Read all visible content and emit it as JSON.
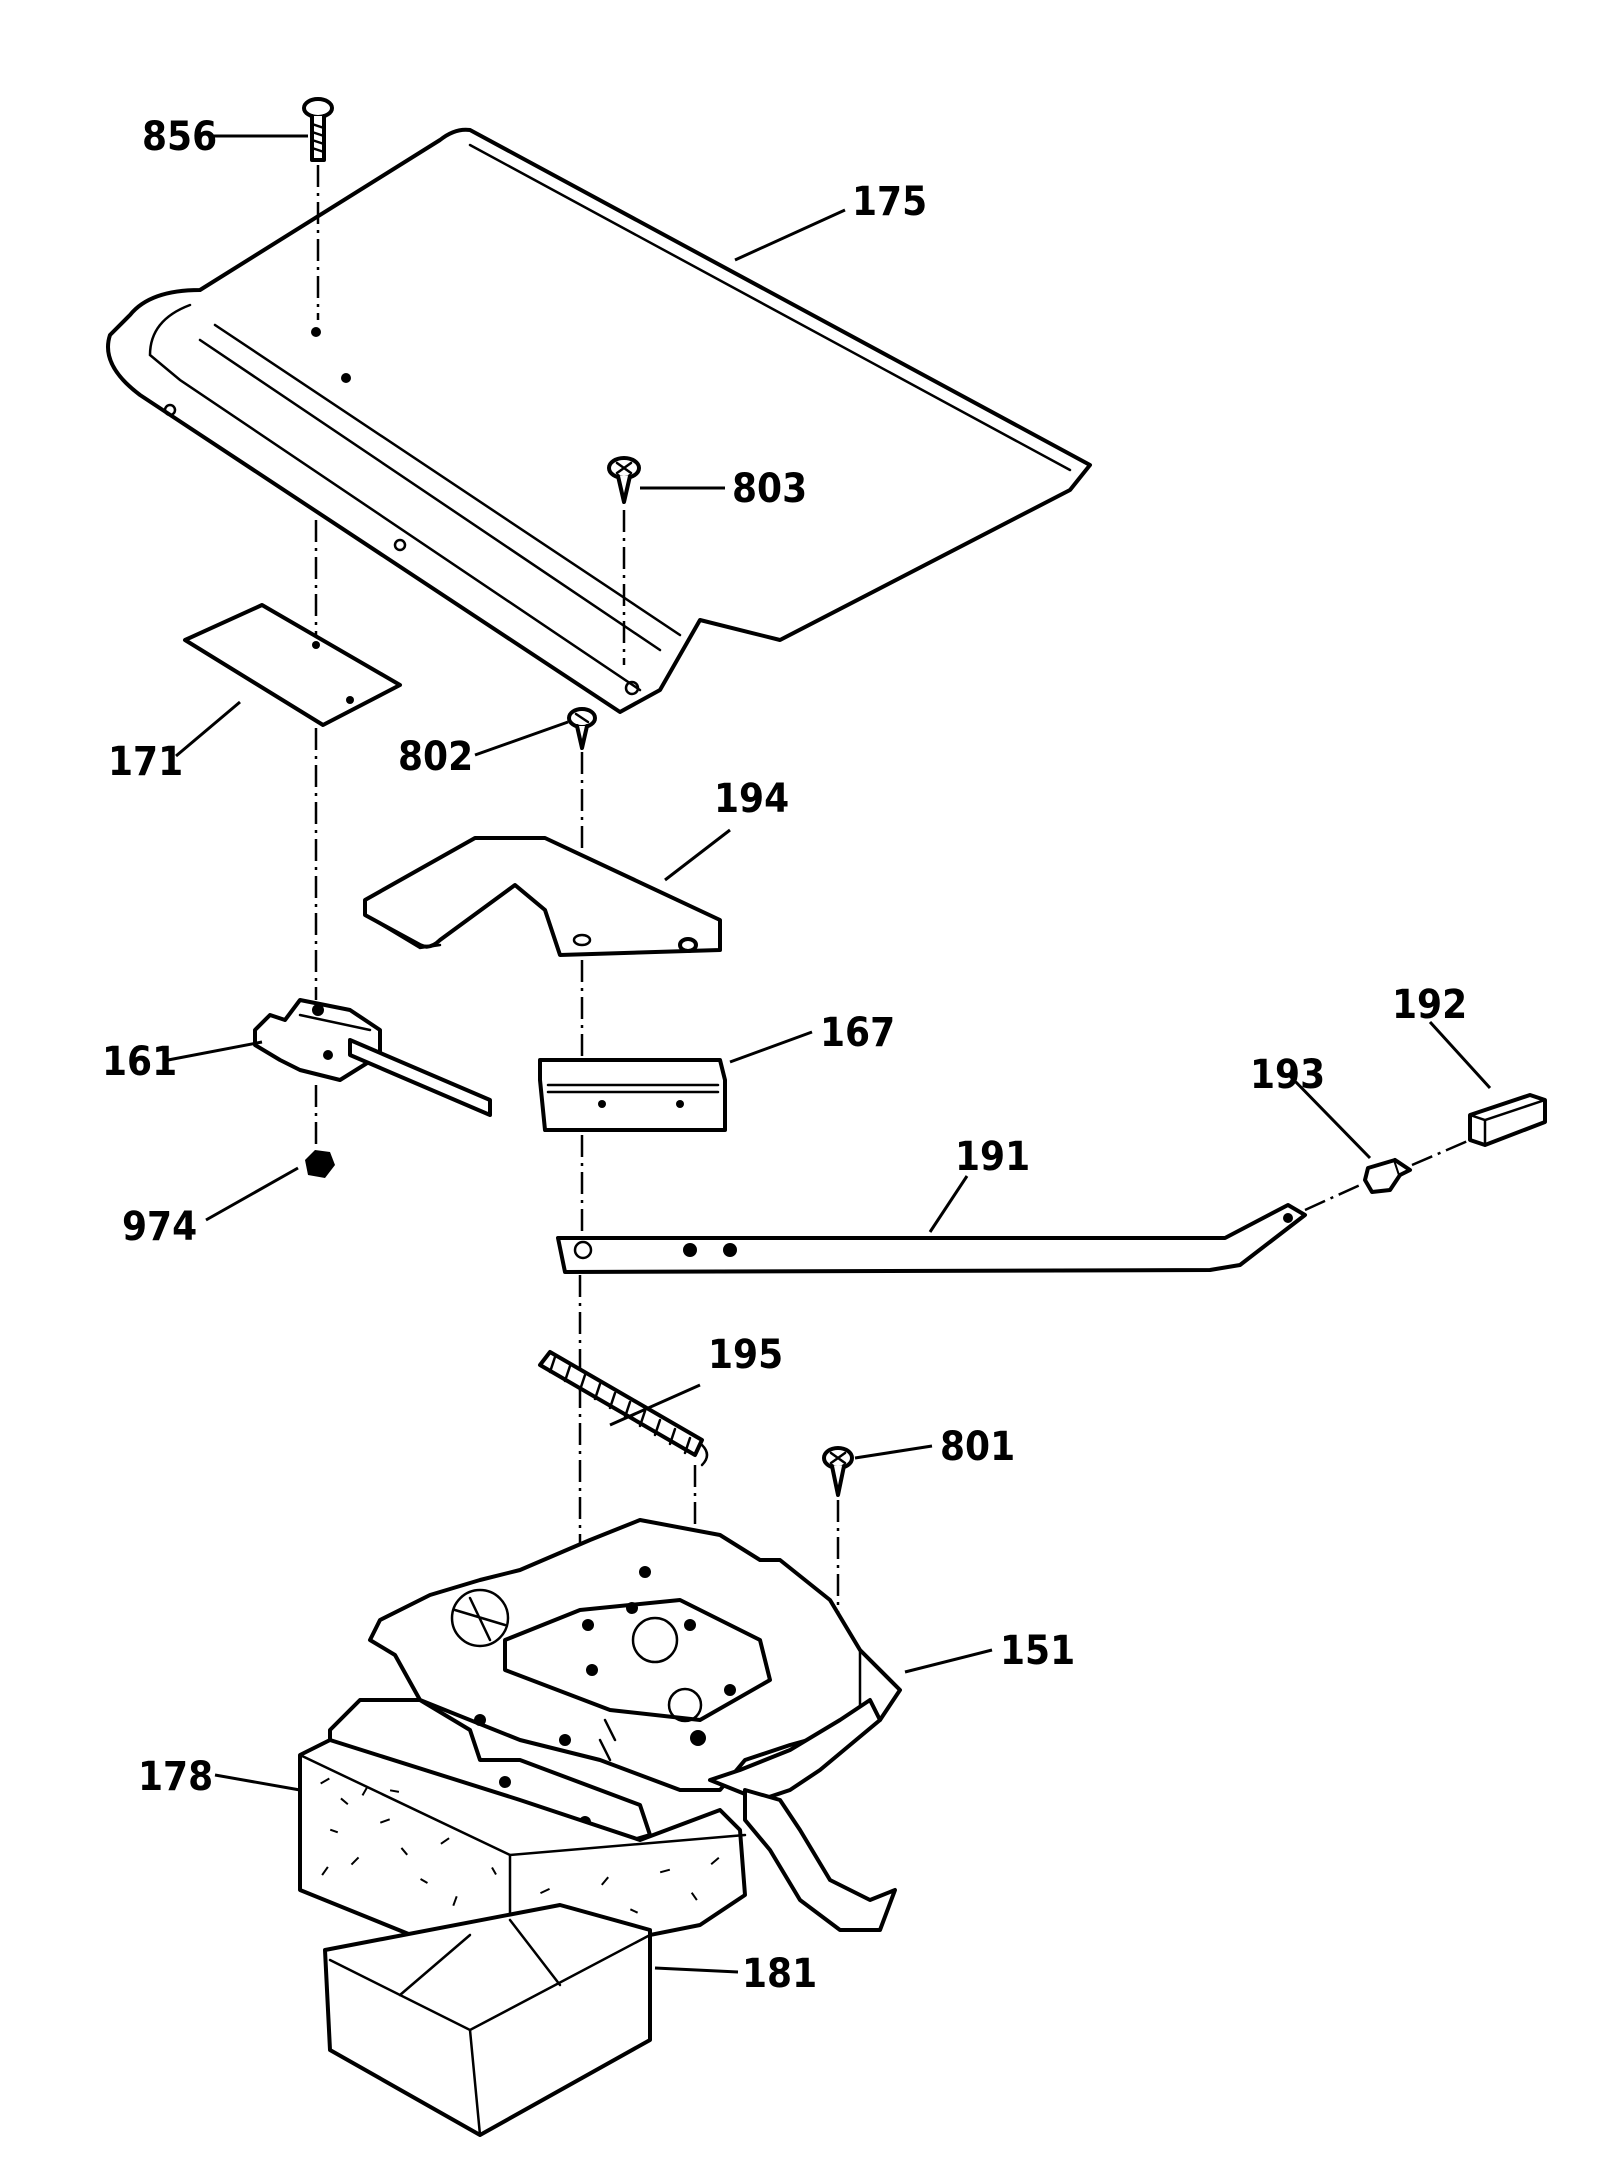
{
  "diagram": {
    "callouts": {
      "p856": "856",
      "p175": "175",
      "p803": "803",
      "p171": "171",
      "p802": "802",
      "p194": "194",
      "p161": "161",
      "p167": "167",
      "p192": "192",
      "p193": "193",
      "p191": "191",
      "p974": "974",
      "p195": "195",
      "p801": "801",
      "p151": "151",
      "p178": "178",
      "p181": "181"
    },
    "colors": {
      "line": "#000000",
      "paper": "#ffffff"
    }
  }
}
